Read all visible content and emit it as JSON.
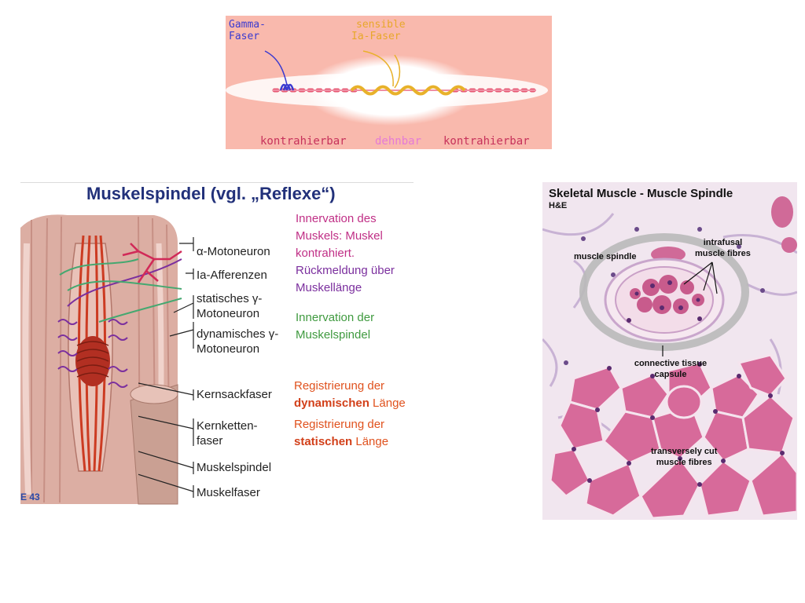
{
  "top_panel": {
    "gamma_line1": "Gamma-",
    "gamma_line2": "Faser",
    "sensible_line1": "sensible",
    "sensible_line2": "Ia-Faser",
    "bottom_left": "kontrahierbar",
    "bottom_middle": "dehnbar",
    "bottom_right": "kontrahierbar"
  },
  "left_panel": {
    "title": "Muskelspindel (vgl. „Reflexe“)",
    "labels": {
      "alpha": "α-Motoneuron",
      "ia": "Ia-Afferenzen",
      "static_1": "statisches γ-",
      "static_2": "Motoneuron",
      "dynamic_1": "dynamisches γ-",
      "dynamic_2": "Motoneuron",
      "kernsack": "Kernsackfaser",
      "kernketten_1": "Kernketten-",
      "kernketten_2": "faser",
      "muskelspindel": "Muskelspindel",
      "muskelfaser": "Muskelfaser"
    },
    "descriptions": {
      "innervation_muskel": [
        "Innervation des",
        "Muskels: Muskel",
        "kontrahiert."
      ],
      "rueckmeldung": [
        "Rückmeldung über",
        "Muskellänge"
      ],
      "innervation_spindel": [
        "Innervation der",
        "Muskelspindel"
      ],
      "dynamisch_1": "Registrierung der",
      "dynamisch_bold": "dynamischen",
      "dynamisch_rest": " Länge",
      "statisch_1": "Registrierung der",
      "statisch_bold": "statischen",
      "statisch_rest": " Länge"
    },
    "figure_number": "E 43"
  },
  "right_panel": {
    "title": "Skeletal Muscle - Muscle Spindle",
    "subtitle": "H&E",
    "labels": {
      "muscle_spindle": "muscle spindle",
      "intrafusal_1": "intrafusal",
      "intrafusal_2": "muscle fibres",
      "capsule_1": "connective tissue",
      "capsule_2": "capsule",
      "transverse_1": "transversely cut",
      "transverse_2": "muscle fibres"
    }
  },
  "colors": {
    "top_bg": "#f9b9ad",
    "gamma": "#3a3ad0",
    "sensible": "#e8a72a",
    "contractile": "#c7325b",
    "stretchable": "#e57ad7",
    "title_blue": "#22317a",
    "magenta_text": "#c02f86",
    "purple_text": "#7b2f9e",
    "green_text": "#3f9a3f",
    "orange_text": "#e0521e"
  }
}
